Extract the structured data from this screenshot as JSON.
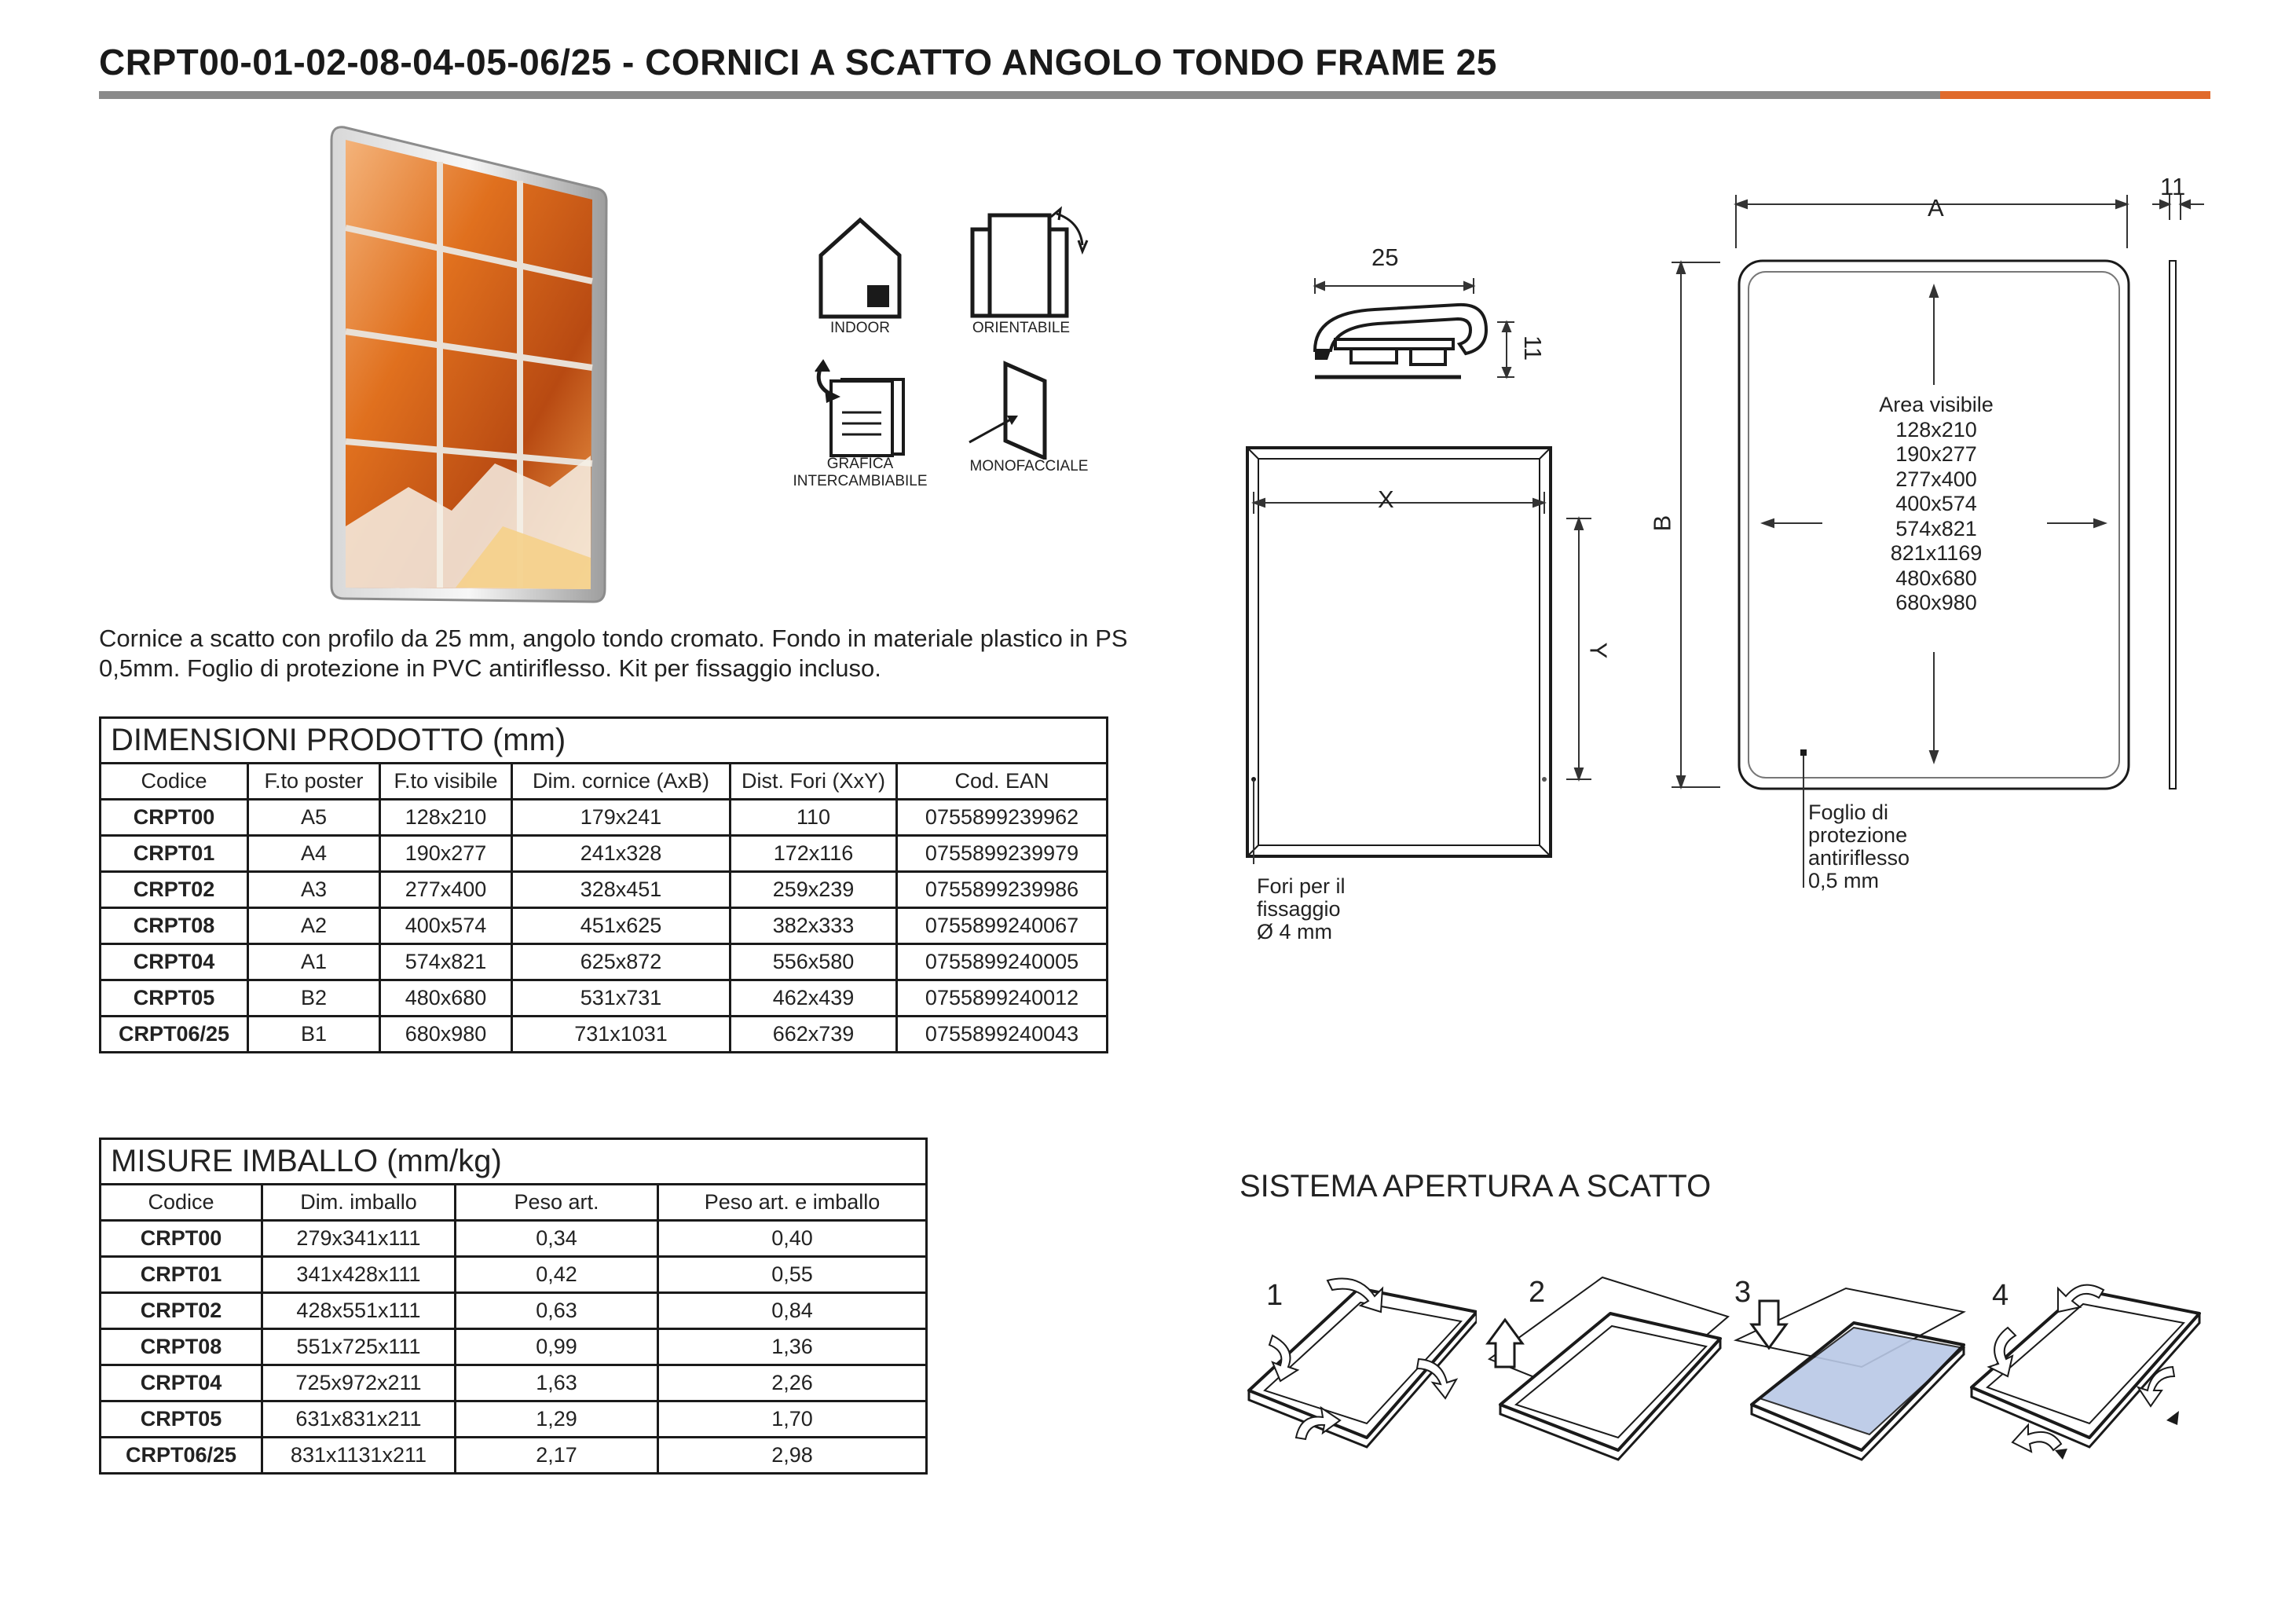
{
  "header": {
    "title": "CRPT00-01-02-08-04-05-06/25 - CORNICI A SCATTO ANGOLO TONDO FRAME 25",
    "rule_color": "#8a8a8a",
    "accent_color": "#e06a2b"
  },
  "description": "Cornice a scatto con profilo da 25 mm, angolo tondo cromato. Fondo in materiale plastico in PS 0,5mm. Foglio di protezione in PVC antiriflesso. Kit per fissaggio incluso.",
  "features": [
    {
      "label": "INDOOR",
      "icon": "house-icon"
    },
    {
      "label": "ORIENTABILE",
      "icon": "rotate-frame-icon"
    },
    {
      "label": "GRAFICA INTERCAMBIABILE",
      "icon": "swap-sheets-icon"
    },
    {
      "label": "MONOFACCIALE",
      "icon": "single-sided-icon"
    }
  ],
  "dimensions_table": {
    "caption": "DIMENSIONI PRODOTTO (mm)",
    "headers": [
      "Codice",
      "F.to poster",
      "F.to visibile",
      "Dim. cornice (AxB)",
      "Dist. Fori (XxY)",
      "Cod. EAN"
    ],
    "rows": [
      [
        "CRPT00",
        "A5",
        "128x210",
        "179x241",
        "110",
        "0755899239962"
      ],
      [
        "CRPT01",
        "A4",
        "190x277",
        "241x328",
        "172x116",
        "0755899239979"
      ],
      [
        "CRPT02",
        "A3",
        "277x400",
        "328x451",
        "259x239",
        "0755899239986"
      ],
      [
        "CRPT08",
        "A2",
        "400x574",
        "451x625",
        "382x333",
        "0755899240067"
      ],
      [
        "CRPT04",
        "A1",
        "574x821",
        "625x872",
        "556x580",
        "0755899240005"
      ],
      [
        "CRPT05",
        "B2",
        "480x680",
        "531x731",
        "462x439",
        "0755899240012"
      ],
      [
        "CRPT06/25",
        "B1",
        "680x980",
        "731x1031",
        "662x739",
        "0755899240043"
      ]
    ]
  },
  "packaging_table": {
    "caption": "MISURE IMBALLO (mm/kg)",
    "headers": [
      "Codice",
      "Dim. imballo",
      "Peso art.",
      "Peso art. e imballo"
    ],
    "rows": [
      [
        "CRPT00",
        "279x341x111",
        "0,34",
        "0,40"
      ],
      [
        "CRPT01",
        "341x428x111",
        "0,42",
        "0,55"
      ],
      [
        "CRPT02",
        "428x551x111",
        "0,63",
        "0,84"
      ],
      [
        "CRPT08",
        "551x725x111",
        "0,99",
        "1,36"
      ],
      [
        "CRPT04",
        "725x972x211",
        "1,63",
        "2,26"
      ],
      [
        "CRPT05",
        "631x831x211",
        "1,29",
        "1,70"
      ],
      [
        "CRPT06/25",
        "831x1131x211",
        "2,17",
        "2,98"
      ]
    ]
  },
  "drawing": {
    "profile_width": "25",
    "profile_height": "11",
    "frame_depth": "11",
    "label_a": "A",
    "label_b": "B",
    "label_x": "X",
    "label_y": "Y",
    "area_title": "Area visibile",
    "area_sizes": [
      "128x210",
      "190x277",
      "277x400",
      "400x574",
      "574x821",
      "821x1169",
      "480x680",
      "680x980"
    ],
    "holes_note": [
      "Fori per il",
      "fissaggio",
      "Ø 4 mm"
    ],
    "sheet_note": [
      "Foglio di",
      "protezione",
      "antiriflesso",
      "0,5 mm"
    ]
  },
  "snap_system": {
    "title": "SISTEMA APERTURA A SCATTO",
    "steps": [
      "1",
      "2",
      "3",
      "4"
    ],
    "sheet_color": "#b9c8e6"
  }
}
